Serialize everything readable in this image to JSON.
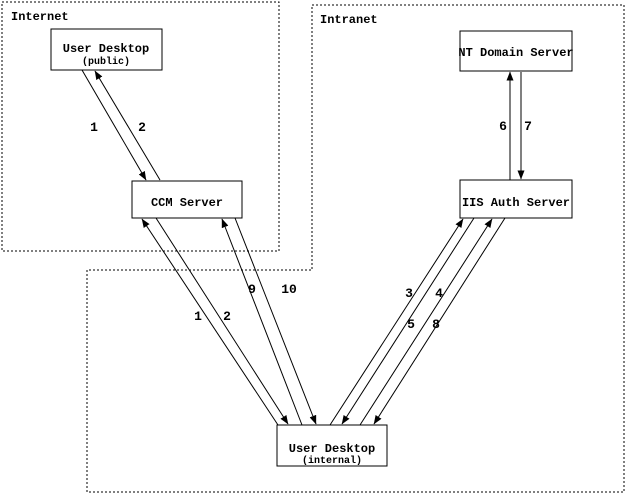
{
  "diagram": {
    "title_hint": "authentication flow between internet and intranet zones",
    "colors": {
      "line": "#000000",
      "background": "#ffffff"
    },
    "zones": [
      {
        "id": "internet",
        "label": "Internet"
      },
      {
        "id": "intranet",
        "label": "Intranet"
      }
    ],
    "nodes": [
      {
        "id": "user-desktop-public",
        "title": "User Desktop",
        "subtitle": "(public)"
      },
      {
        "id": "ccm-server",
        "title": "CCM Server"
      },
      {
        "id": "nt-domain-server",
        "title": "NT Domain Server"
      },
      {
        "id": "iis-auth-server",
        "title": "IIS Auth Server"
      },
      {
        "id": "user-desktop-internal",
        "title": "User Desktop",
        "subtitle": "(internal)"
      }
    ],
    "edges": [
      {
        "label": "1",
        "from": "user-desktop-public",
        "to": "ccm-server"
      },
      {
        "label": "2",
        "from": "ccm-server",
        "to": "user-desktop-public"
      },
      {
        "label": "1",
        "from": "user-desktop-internal",
        "to": "ccm-server"
      },
      {
        "label": "2",
        "from": "ccm-server",
        "to": "user-desktop-internal"
      },
      {
        "label": "9",
        "from": "user-desktop-internal",
        "to": "ccm-server"
      },
      {
        "label": "10",
        "from": "ccm-server",
        "to": "user-desktop-internal"
      },
      {
        "label": "3",
        "from": "user-desktop-internal",
        "to": "iis-auth-server"
      },
      {
        "label": "4",
        "from": "iis-auth-server",
        "to": "user-desktop-internal"
      },
      {
        "label": "5",
        "from": "user-desktop-internal",
        "to": "iis-auth-server"
      },
      {
        "label": "8",
        "from": "iis-auth-server",
        "to": "user-desktop-internal"
      },
      {
        "label": "6",
        "from": "iis-auth-server",
        "to": "nt-domain-server"
      },
      {
        "label": "7",
        "from": "nt-domain-server",
        "to": "iis-auth-server"
      }
    ]
  }
}
